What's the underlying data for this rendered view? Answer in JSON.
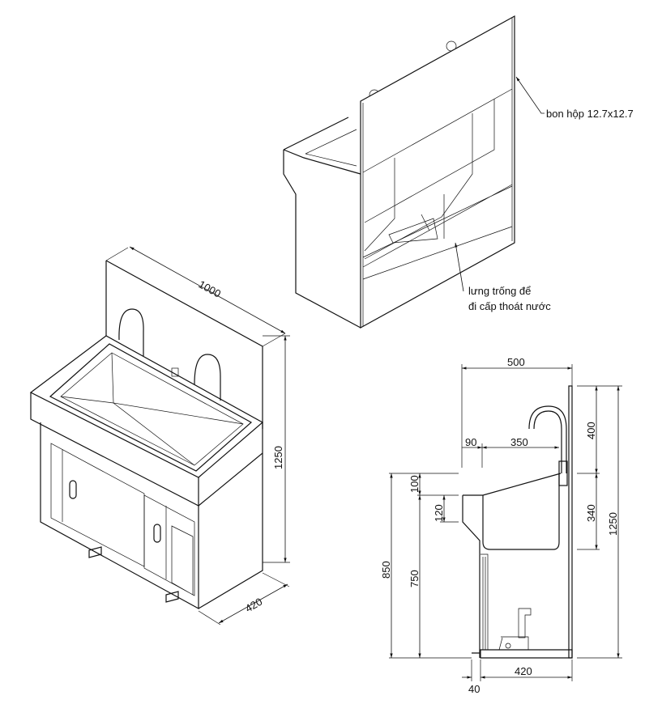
{
  "iso_front_view": {
    "dim_width": "1000",
    "dim_height": "1250",
    "dim_depth": "420"
  },
  "iso_back_view": {
    "note_frame": "bon hộp 12.7x12.7",
    "note_back_line1": "lưng trống để",
    "note_back_line2": "đi cấp thoát nước"
  },
  "side_view": {
    "dim_total_depth": "500",
    "dim_front_offset": "90",
    "dim_faucet_reach": "350",
    "dim_splash_height": "400",
    "dim_basin_depth": "340",
    "dim_total_height": "1250",
    "dim_rim_step": "100",
    "dim_front_panel": "120",
    "dim_counter_height": "850",
    "dim_lower_height": "750",
    "dim_base_depth": "420",
    "dim_toe_kick": "40"
  }
}
